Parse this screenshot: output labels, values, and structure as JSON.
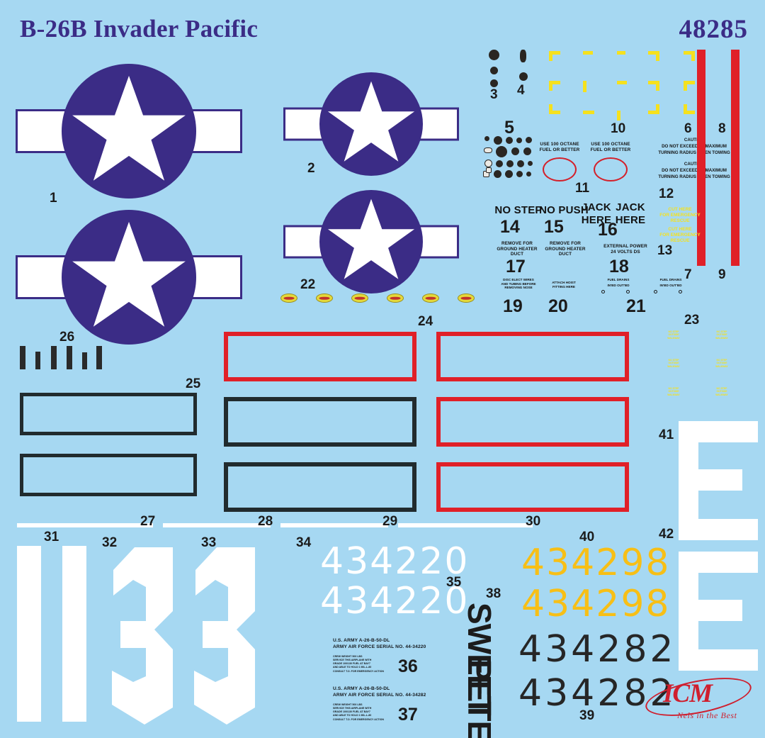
{
  "sheet": {
    "title": "B-26B Invader Pacific",
    "kit_number": "48285",
    "background_color": "#a6d8f2",
    "insignia_blue": "#3b2c86",
    "stencil_red": "#d4202a",
    "stencil_yellow": "#f5e11e",
    "serial_yellow": "#f7bf16"
  },
  "insignia": [
    {
      "index": "1",
      "note": "large star-and-bar"
    },
    {
      "index": "2",
      "note": "medium star-and-bar"
    }
  ],
  "index_numbers": {
    "n1": "1",
    "n2": "2",
    "n3": "3",
    "n4": "4",
    "n5": "5",
    "n6": "6",
    "n7": "7",
    "n8": "8",
    "n9": "9",
    "n10": "10",
    "n11": "11",
    "n12": "12",
    "n13": "13",
    "n14": "14",
    "n15": "15",
    "n16": "16",
    "n17": "17",
    "n18": "18",
    "n19": "19",
    "n20": "20",
    "n21": "21",
    "n22": "22",
    "n23": "23",
    "n24": "24",
    "n25": "25",
    "n26": "26",
    "n27": "27",
    "n28": "28",
    "n29": "29",
    "n30": "30",
    "n31": "31",
    "n32": "32",
    "n33": "33",
    "n34": "34",
    "n35": "35",
    "n36": "36",
    "n37": "37",
    "n38": "38",
    "n39": "39",
    "n40": "40",
    "n41": "41",
    "n42": "42"
  },
  "stencils": {
    "octane_left": "USE 100 OCTANE\nFUEL OR BETTER",
    "octane_right": "USE 100 OCTANE\nFUEL OR BETTER",
    "caution_1": "CAUTION\nDO NOT EXCEEDED MAXIMUM\nTURNING RADIUS WHEN TOWING",
    "caution_2": "CAUTION\nDO NOT EXCEEDED MAXIMUM\nTURNING RADIUS WHEN TOWING",
    "no_step": "NO STEP",
    "no_push": "NO PUSH",
    "jack_here_1": "JACK\nHERE",
    "jack_here_2": "JACK\nHERE",
    "heater_duct_1": "REMOVE FOR\nGROUND HEATER\nDUCT",
    "heater_duct_2": "REMOVE FOR\nGROUND HEATER\nDUCT",
    "external_power": "EXTERNAL POWER\n24 VOLTS DS",
    "disc_elect": "DISC ELECT WIRES\nAND TUBING BEFORE\nREMOVING NOSE",
    "attach_hoist": "ATTACH HOIST\nFITTING HERE",
    "fuel_drains_1_title": "FUEL DRAINS",
    "fuel_drains_1_labels": "IN'BD        OUT'BD",
    "fuel_drains_2_title": "FUEL DRAINS",
    "fuel_drains_2_labels": "IN'BD        OUT'BD",
    "cut_here_1": "CUT HERE\nFOR EMERGENCY RESCUE",
    "cut_here_2": "CUT HERE\nFOR EMERGENCY RESCUE",
    "small_yellow_block": "NO STEP\nOUTSIDE\nWALKWAY"
  },
  "serials": {
    "white_1": "434220",
    "white_2": "434220",
    "yellow_1": "434298",
    "yellow_2": "434298",
    "black_1": "434282",
    "black_2": "434282"
  },
  "data_plates": [
    {
      "index": "36",
      "line1": "U.S. ARMY A-26-B-50-DL",
      "line2": "ARMY AIR FORCE SERIAL NO. 44-34220",
      "fine": "CREW WEIGHT 500 LBS\nSERVICE THIS AIRPLANE WITH\nGRADE 100/130 FUEL AT BAY7\nAND ABLE TO HOLD 1 MIL-L-80\nCONSULT T.O. FOR EMERGENCY ACTION"
    },
    {
      "index": "37",
      "line1": "U.S. ARMY A-26-B-50-DL",
      "line2": "ARMY AIR FORCE SERIAL NO. 44-34282",
      "fine": "CREW WEIGHT 500 LBS\nSERVICE THIS AIRPLANE WITH\nGRADE 100/130 FUEL AT BAY7\nAND ABLE TO HOLD 1 MIL-L-80\nCONSULT T.O. FOR EMERGENCY ACTION"
    }
  ],
  "nose_art": {
    "line1": "SWEET",
    "line2": "PETE"
  },
  "big_codes": {
    "digit_1": "1",
    "digit_2": "1",
    "digit_3": "3",
    "digit_4": "3",
    "letter_1": "E",
    "letter_2": "E"
  },
  "brand": {
    "name": "ICM",
    "tagline": "Nels in the Best",
    "color": "#cf1f2e"
  }
}
